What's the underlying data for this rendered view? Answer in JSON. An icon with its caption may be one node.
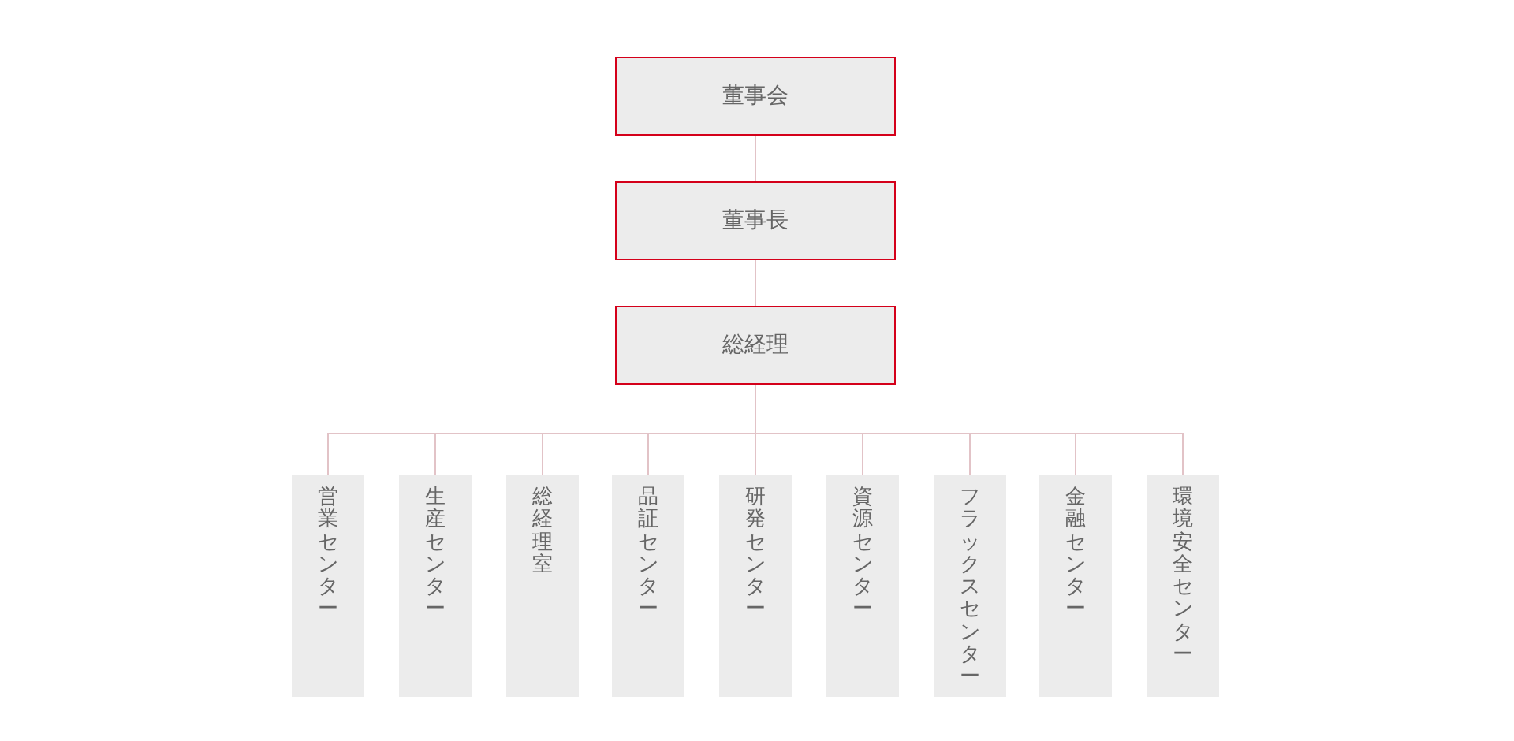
{
  "diagram": {
    "nodes": [
      {
        "text": [
          "董事会"
        ]
      },
      {
        "text": [
          "董事長"
        ]
      },
      {
        "text": [
          "総経理"
        ]
      },
      {
        "text": [
          "営業センター"
        ]
      },
      {
        "text": [
          "生産センター"
        ]
      },
      {
        "text": [
          "総経理室"
        ]
      },
      {
        "text": [
          "品証センター"
        ]
      },
      {
        "text": [
          "研発センター"
        ]
      },
      {
        "text": [
          "資源センター"
        ]
      },
      {
        "text": [
          "フラックスセンター"
        ]
      },
      {
        "text": [
          "金融センター"
        ]
      },
      {
        "text": [
          "環境安全センター"
        ]
      }
    ],
    "edges": [
      {
        "from": 0,
        "to": 1,
        "arrow": "none"
      },
      {
        "from": 1,
        "to": 2,
        "arrow": "none"
      },
      {
        "from": 2,
        "to": 3,
        "arrow": "none"
      },
      {
        "from": 2,
        "to": 4,
        "arrow": "none"
      },
      {
        "from": 2,
        "to": 5,
        "arrow": "none"
      },
      {
        "from": 2,
        "to": 6,
        "arrow": "none"
      },
      {
        "from": 2,
        "to": 7,
        "arrow": "none"
      },
      {
        "from": 2,
        "to": 8,
        "arrow": "none"
      },
      {
        "from": 2,
        "to": 9,
        "arrow": "none"
      },
      {
        "from": 2,
        "to": 10,
        "arrow": "none"
      },
      {
        "from": 2,
        "to": 11,
        "arrow": "none"
      }
    ]
  }
}
